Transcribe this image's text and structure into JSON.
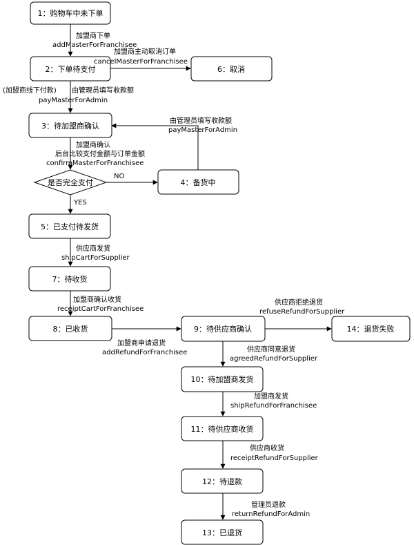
{
  "nodes": {
    "n1": "1：购物车中未下单",
    "n2": "2：下单待支付",
    "n6": "6：取消",
    "n3": "3：待加盟商确认",
    "decision": "是否完全支付",
    "n4": "4：备货中",
    "n5": "5：已支付待发货",
    "n7": "7：待收货",
    "n8": "8：已收货",
    "n9": "9：待供应商确认",
    "n14": "14：退货失败",
    "n10": "10：待加盟商发货",
    "n11": "11：待供应商收货",
    "n12": "12：待退款",
    "n13": "13：已退货"
  },
  "edges": {
    "e1_2": [
      "加盟商下单",
      "addMasterForFranchisee"
    ],
    "e2_6": [
      "加盟商主动取消订单",
      "cancelMasterForFranchisee"
    ],
    "e2_3_left": "(加盟商线下付款)",
    "e2_3": [
      "由管理员填写收款额",
      "payMasterForAdmin"
    ],
    "e4_3": [
      "由管理员填写收款额",
      "payMasterForAdmin"
    ],
    "e3_d": [
      "加盟商确认",
      "后台比较支付金额与订单金额",
      "confirmMasterForFranchisee"
    ],
    "d_no": "NO",
    "d_yes": "YES",
    "e5_7": [
      "供应商发货",
      "shipCartForSupplier"
    ],
    "e7_8": [
      "加盟商确认收货",
      "receiptCartForFranchisee"
    ],
    "e8_9": [
      "加盟商申请退货",
      "addRefundForFranchisee"
    ],
    "e9_14": [
      "供应商拒绝退货",
      "refuseRefundForSupplier"
    ],
    "e9_10": [
      "供应商同意退货",
      "agreedRefundForSupplier"
    ],
    "e10_11": [
      "加盟商发货",
      "shipRefundForFranchisee"
    ],
    "e11_12": [
      "供应商收货",
      "receiptRefundForSupplier"
    ],
    "e12_13": [
      "管理员退款",
      "returnRefundForAdmin"
    ]
  }
}
